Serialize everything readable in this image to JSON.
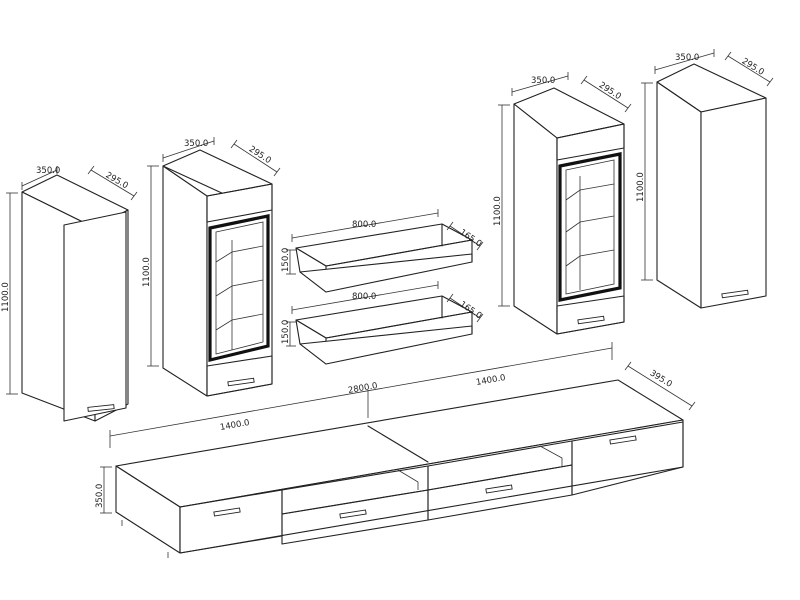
{
  "dimensions": {
    "cab1_width": "350.0",
    "cab1_depth": "295.0",
    "cab1_height": "1100.0",
    "cab2_width": "350.0",
    "cab2_depth": "295.0",
    "cab2_height": "1100.0",
    "shelf1_width": "800.0",
    "shelf1_depth": "165.0",
    "shelf1_height": "150.0",
    "shelf2_width": "800.0",
    "shelf2_depth": "165.0",
    "shelf2_height": "150.0",
    "cab3_width": "350.0",
    "cab3_depth": "295.0",
    "cab3_height": "1100.0",
    "cab4_width": "350.0",
    "cab4_depth": "295.0",
    "cab4_height": "1100.0",
    "tv_total_width": "2800.0",
    "tv_half_left": "1400.0",
    "tv_half_right": "1400.0",
    "tv_depth": "395.0",
    "tv_height": "350.0"
  }
}
